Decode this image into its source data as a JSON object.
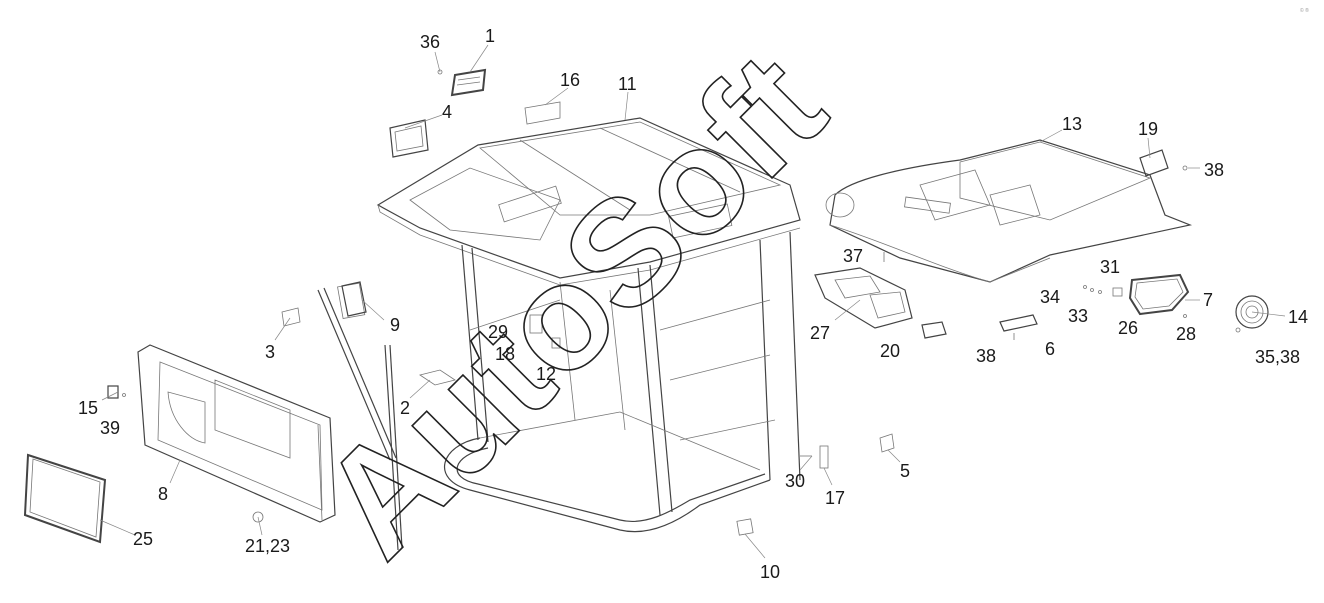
{
  "watermark": "AutoSoft",
  "corner_mark": "© ®",
  "callouts": [
    {
      "id": "c36",
      "text": "36"
    },
    {
      "id": "c1",
      "text": "1"
    },
    {
      "id": "c16",
      "text": "16"
    },
    {
      "id": "c11",
      "text": "11"
    },
    {
      "id": "c4",
      "text": "4"
    },
    {
      "id": "c13",
      "text": "13"
    },
    {
      "id": "c19",
      "text": "19"
    },
    {
      "id": "c38a",
      "text": "38"
    },
    {
      "id": "c37",
      "text": "37"
    },
    {
      "id": "c31",
      "text": "31"
    },
    {
      "id": "c34",
      "text": "34"
    },
    {
      "id": "c7",
      "text": "7"
    },
    {
      "id": "c33",
      "text": "33"
    },
    {
      "id": "c26",
      "text": "26"
    },
    {
      "id": "c28",
      "text": "28"
    },
    {
      "id": "c14",
      "text": "14"
    },
    {
      "id": "c27",
      "text": "27"
    },
    {
      "id": "c20",
      "text": "20"
    },
    {
      "id": "c38b",
      "text": "38"
    },
    {
      "id": "c6",
      "text": "6"
    },
    {
      "id": "c3538",
      "text": "35,38"
    },
    {
      "id": "c9",
      "text": "9"
    },
    {
      "id": "c3",
      "text": "3"
    },
    {
      "id": "c29",
      "text": "29"
    },
    {
      "id": "c18",
      "text": "18"
    },
    {
      "id": "c12",
      "text": "12"
    },
    {
      "id": "c2",
      "text": "2"
    },
    {
      "id": "c15",
      "text": "15"
    },
    {
      "id": "c39",
      "text": "39"
    },
    {
      "id": "c8",
      "text": "8"
    },
    {
      "id": "c25",
      "text": "25"
    },
    {
      "id": "c2123",
      "text": "21,23"
    },
    {
      "id": "c30",
      "text": "30"
    },
    {
      "id": "c17",
      "text": "17"
    },
    {
      "id": "c5",
      "text": "5"
    },
    {
      "id": "c10",
      "text": "10"
    }
  ]
}
